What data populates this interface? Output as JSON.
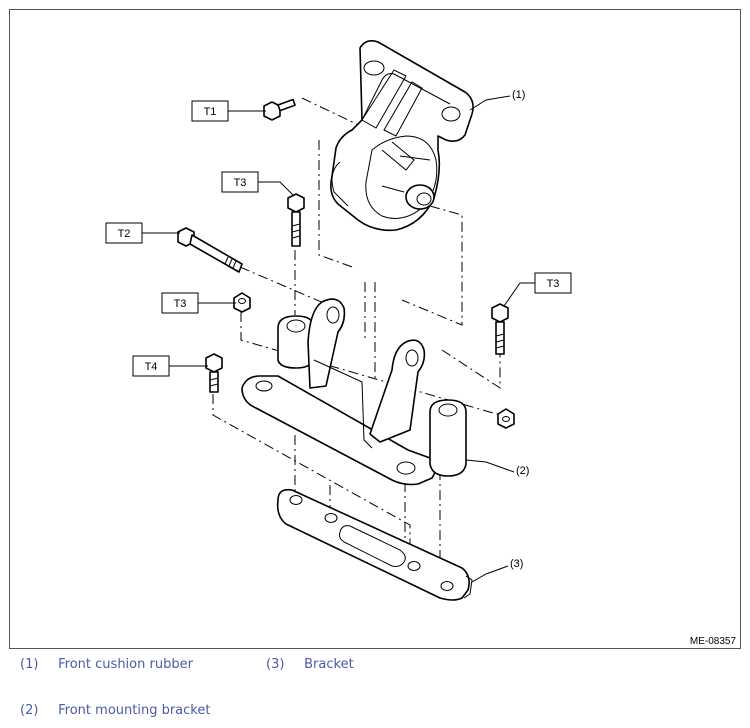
{
  "figure": {
    "code": "ME-08357",
    "torque_labels": {
      "t1": "T1",
      "t2": "T2",
      "t3a": "T3",
      "t3b": "T3",
      "t3c": "T3",
      "t4": "T4"
    },
    "callouts": {
      "c1": "(1)",
      "c2": "(2)",
      "c3": "(3)"
    }
  },
  "legend": [
    {
      "num": "(1)",
      "label": "Front cushion rubber"
    },
    {
      "num": "(2)",
      "label": "Front mounting bracket"
    },
    {
      "num": "(3)",
      "label": "Bracket"
    }
  ],
  "colors": {
    "legend_text": "#4a5aa8",
    "line": "#000000"
  }
}
